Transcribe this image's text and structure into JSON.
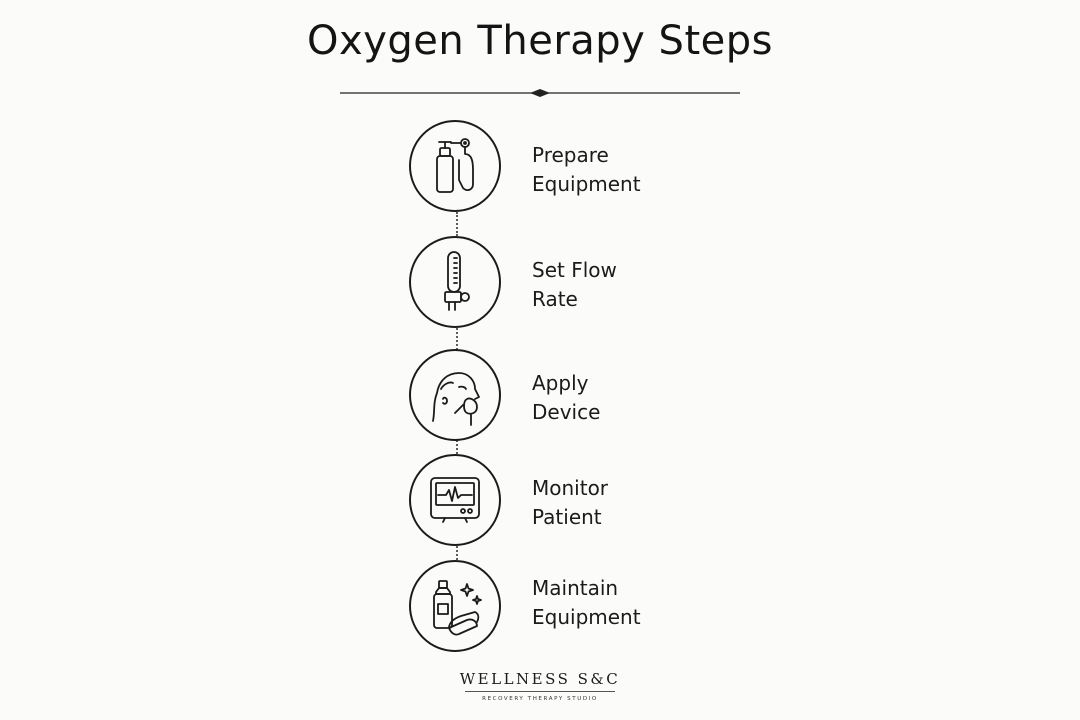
{
  "title": "Oxygen Therapy Steps",
  "steps": [
    {
      "line1": "Prepare",
      "line2": "Equipment",
      "icon": "oxygen-tank-icon"
    },
    {
      "line1": "Set Flow",
      "line2": "Rate",
      "icon": "flowmeter-icon"
    },
    {
      "line1": "Apply",
      "line2": "Device",
      "icon": "face-mask-icon"
    },
    {
      "line1": "Monitor",
      "line2": "Patient",
      "icon": "vital-monitor-icon"
    },
    {
      "line1": "Maintain",
      "line2": "Equipment",
      "icon": "cleaning-supplies-icon"
    }
  ],
  "brand": {
    "name": "WELLNESS S&C",
    "tagline": "RECOVERY THERAPY STUDIO"
  },
  "colors": {
    "background": "#fbfbfa",
    "ink": "#1b1b1b",
    "connector": "#5c5c5c"
  }
}
